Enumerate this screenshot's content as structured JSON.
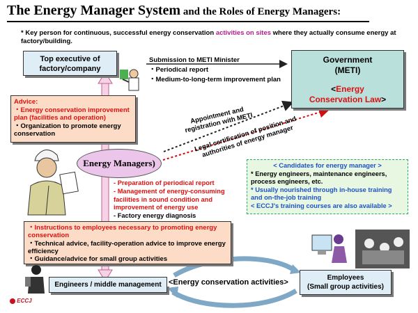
{
  "title": {
    "part1": "The Energy Manager System",
    "part2": " and the Roles of Energy Managers",
    "colon": ":"
  },
  "intro": {
    "bullet": "*",
    "text_a": "Key person for continuous, successful energy conservation ",
    "text_pink": "activities on sites",
    "text_b": " where they actually consume energy at factory/building."
  },
  "top_executive": {
    "line1": "Top executive of",
    "line2": "factory/company"
  },
  "submission": {
    "heading": "Submission to METI Minister",
    "items": [
      "Periodical report",
      "Medium-to-long-term improvement plan"
    ]
  },
  "government": {
    "line1": "Government",
    "line2": "(METI)",
    "law_open": "<",
    "law_red1": "Energy",
    "law_red2": "Conservation Law",
    "law_close": ">"
  },
  "advice": {
    "heading": "Advice:",
    "items": [
      {
        "text": "Energy conservation improvement plan (facilities and operation)",
        "red": true
      },
      {
        "text": "Organization to promote energy conservation",
        "red": false
      }
    ]
  },
  "appointment": {
    "line1": "Appointment and",
    "line2": "registration with  METI"
  },
  "legal": {
    "line1": "Legal certification of position and",
    "line2": "authorities of energy manager"
  },
  "energy_managers": "Energy Managers)",
  "candidates": {
    "heading": "< Candidates for energy manager >",
    "items": [
      {
        "text": "Energy engineers, maintenance engineers, process engineers, etc.",
        "blue": false
      },
      {
        "text": "Usually nourished through in-house training and on-the-job training",
        "blue": true
      },
      {
        "text": "ECCJ's training courses are also available >",
        "blue": true,
        "prefix": "< "
      }
    ]
  },
  "manager_tasks": [
    {
      "text": "Preparation of periodical report",
      "red": true
    },
    {
      "text": "Management of energy-consuming",
      "red": true
    },
    {
      "text": "  facilities in sound condition and",
      "red": true
    },
    {
      "text": "improvement of energy use",
      "red": true
    },
    {
      "text": "Factory energy diagnosis",
      "red": false
    }
  ],
  "instructions": {
    "items": [
      {
        "text": "Instructions to employees necessary to promoting energy conservation",
        "red": true
      },
      {
        "text": "Technical advice, facility-operation advice to improve energy efficiency",
        "red": false
      },
      {
        "text": "Guidance/advice for small group activities",
        "red": false
      }
    ]
  },
  "engineers": "Engineers / middle management",
  "employees": {
    "line1": "Employees",
    "line2": "(Small group activities)"
  },
  "activities": "<Energy conservation activities>",
  "logo": "ECCJ",
  "colors": {
    "pink": "#b0208e",
    "red": "#e01010",
    "blue": "#1e52c8",
    "light_blue": "#dfeef6",
    "teal": "#b9e0db",
    "peach": "#fcdcc7",
    "manager_fill": "#ecc6ea",
    "mint": "#e7f7e2"
  }
}
